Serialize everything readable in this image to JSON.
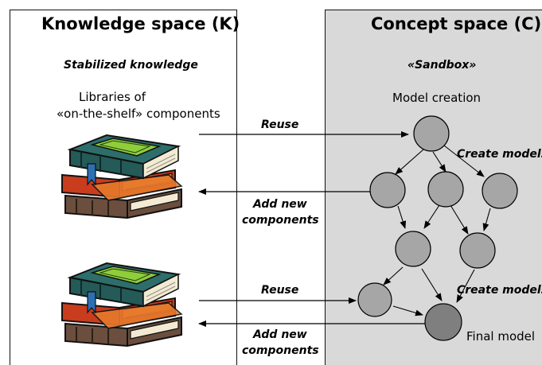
{
  "knowledge_space": {
    "title": "Knowledge space (K)",
    "subtitle": "Stabilized knowledge",
    "libraries_line1": "Libraries of",
    "libraries_line2": "«on-the-shelf» components"
  },
  "concept_space": {
    "title": "Concept space (C)",
    "subtitle": "«Sandbox»",
    "model_creation": "Model creation",
    "create_models_1": "Create models",
    "create_models_2": "Create models",
    "final_model": "Final model"
  },
  "flows": {
    "reuse_1": "Reuse",
    "add_new_1_line1": "Add new",
    "add_new_1_line2": "components",
    "reuse_2": "Reuse",
    "add_new_2_line1": "Add new",
    "add_new_2_line2": "components"
  },
  "colors": {
    "concept_bg": "#d9d9d9",
    "node_fill": "#a6a6a6",
    "final_node_fill": "#7f7f7f",
    "book_green": "#2d6e6b",
    "book_red": "#c93c1d",
    "book_orange": "#e87a2c",
    "book_brown": "#6b4e3d",
    "book_cover_lime": "#8fce3a"
  }
}
